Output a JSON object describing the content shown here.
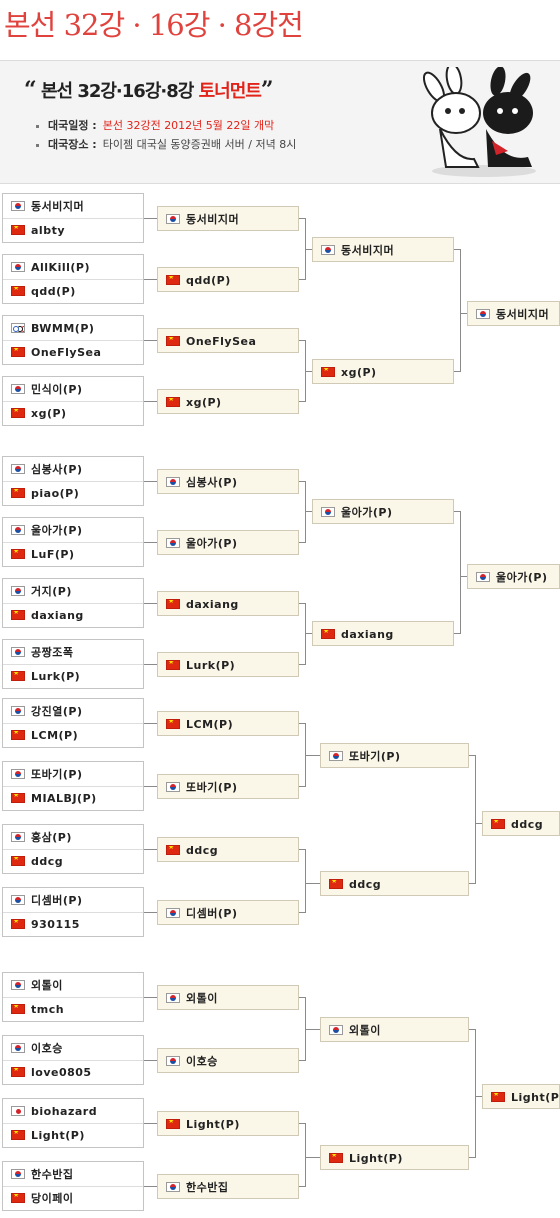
{
  "page": {
    "title": "본선 32강 · 16강 · 8강전"
  },
  "banner": {
    "quote_open": "“",
    "title_prefix": "본선 32강·16강·8강",
    "title_highlight": "토너먼트",
    "quote_close": "”",
    "schedule_label": "대국일정 :",
    "schedule_value": "본선 32강전 2012년 5월 22일 개막",
    "venue_label": "대국장소 :",
    "venue_value": "타이젬 대국실 동양증권배 서버 / 저녁 8시"
  },
  "flag_colors": {
    "cn": "#de2910",
    "kr_red": "#d2232a",
    "kr_blue": "#1a4fa3",
    "accent": "#e2231a"
  },
  "bracket": {
    "r32": [
      [
        {
          "flag": "kr",
          "name": "동서비지머"
        },
        {
          "flag": "cn",
          "name": "albty"
        }
      ],
      [
        {
          "flag": "kr",
          "name": "AllKill(P)"
        },
        {
          "flag": "cn",
          "name": "qdd(P)"
        }
      ],
      [
        {
          "flag": "ol",
          "name": "BWMM(P)"
        },
        {
          "flag": "cn",
          "name": "OneFlySea"
        }
      ],
      [
        {
          "flag": "kr",
          "name": "민식이(P)"
        },
        {
          "flag": "cn",
          "name": "xg(P)"
        }
      ],
      [
        {
          "flag": "kr",
          "name": "심봉사(P)"
        },
        {
          "flag": "cn",
          "name": "piao(P)"
        }
      ],
      [
        {
          "flag": "kr",
          "name": "울아가(P)"
        },
        {
          "flag": "cn",
          "name": "LuF(P)"
        }
      ],
      [
        {
          "flag": "kr",
          "name": "거지(P)"
        },
        {
          "flag": "cn",
          "name": "daxiang"
        }
      ],
      [
        {
          "flag": "kr",
          "name": "공짱조폭"
        },
        {
          "flag": "cn",
          "name": "Lurk(P)"
        }
      ],
      [
        {
          "flag": "kr",
          "name": "강진열(P)"
        },
        {
          "flag": "cn",
          "name": "LCM(P)"
        }
      ],
      [
        {
          "flag": "kr",
          "name": "또바기(P)"
        },
        {
          "flag": "cn",
          "name": "MIALBJ(P)"
        }
      ],
      [
        {
          "flag": "kr",
          "name": "홍삼(P)"
        },
        {
          "flag": "cn",
          "name": "ddcg"
        }
      ],
      [
        {
          "flag": "kr",
          "name": "디셈버(P)"
        },
        {
          "flag": "cn",
          "name": "930115"
        }
      ],
      [
        {
          "flag": "kr",
          "name": "외톨이"
        },
        {
          "flag": "cn",
          "name": "tmch"
        }
      ],
      [
        {
          "flag": "kr",
          "name": "이호승"
        },
        {
          "flag": "cn",
          "name": "love0805"
        }
      ],
      [
        {
          "flag": "jp",
          "name": "biohazard"
        },
        {
          "flag": "cn",
          "name": "Light(P)"
        }
      ],
      [
        {
          "flag": "kr",
          "name": "한수반집"
        },
        {
          "flag": "cn",
          "name": "당이페이"
        }
      ]
    ],
    "r16": [
      {
        "flag": "kr",
        "name": "동서비지머"
      },
      {
        "flag": "cn",
        "name": "qdd(P)"
      },
      {
        "flag": "cn",
        "name": "OneFlySea"
      },
      {
        "flag": "cn",
        "name": "xg(P)"
      },
      {
        "flag": "kr",
        "name": "심봉사(P)"
      },
      {
        "flag": "kr",
        "name": "울아가(P)"
      },
      {
        "flag": "cn",
        "name": "daxiang"
      },
      {
        "flag": "cn",
        "name": "Lurk(P)"
      },
      {
        "flag": "cn",
        "name": "LCM(P)"
      },
      {
        "flag": "kr",
        "name": "또바기(P)"
      },
      {
        "flag": "cn",
        "name": "ddcg"
      },
      {
        "flag": "kr",
        "name": "디셈버(P)"
      },
      {
        "flag": "kr",
        "name": "외톨이"
      },
      {
        "flag": "kr",
        "name": "이호승"
      },
      {
        "flag": "cn",
        "name": "Light(P)"
      },
      {
        "flag": "kr",
        "name": "한수반집"
      }
    ],
    "r8": [
      {
        "flag": "kr",
        "name": "동서비지머"
      },
      {
        "flag": "cn",
        "name": "xg(P)"
      },
      {
        "flag": "kr",
        "name": "울아가(P)"
      },
      {
        "flag": "cn",
        "name": "daxiang"
      },
      {
        "flag": "kr",
        "name": "또바기(P)"
      },
      {
        "flag": "cn",
        "name": "ddcg"
      },
      {
        "flag": "kr",
        "name": "외톨이"
      },
      {
        "flag": "cn",
        "name": "Light(P)"
      }
    ],
    "r4": [
      {
        "flag": "kr",
        "name": "동서비지머"
      },
      {
        "flag": "kr",
        "name": "울아가(P)"
      },
      {
        "flag": "cn",
        "name": "ddcg"
      },
      {
        "flag": "cn",
        "name": "Light(P)"
      }
    ]
  }
}
